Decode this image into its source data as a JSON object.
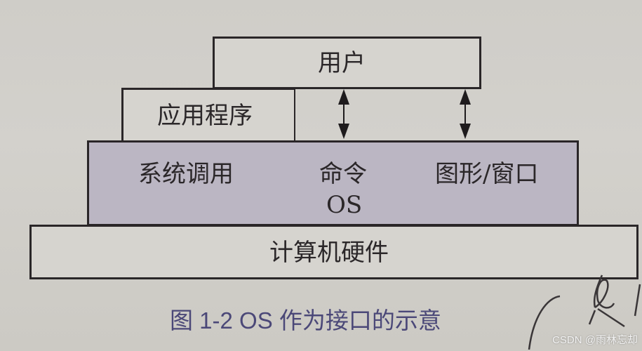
{
  "diagram": {
    "layers": {
      "user": "用户",
      "application": "应用程序",
      "os_interfaces": [
        "系统调用",
        "命令",
        "图形/窗口"
      ],
      "os": "OS",
      "hardware": "计算机硬件"
    },
    "caption": "图 1-2   OS 作为接口的示意",
    "colors": {
      "os_fill": "#bbb6c3",
      "box_fill": "#d6d4cf",
      "caption": "#4b4878"
    }
  },
  "watermark": "CSDN @雨林忘却"
}
